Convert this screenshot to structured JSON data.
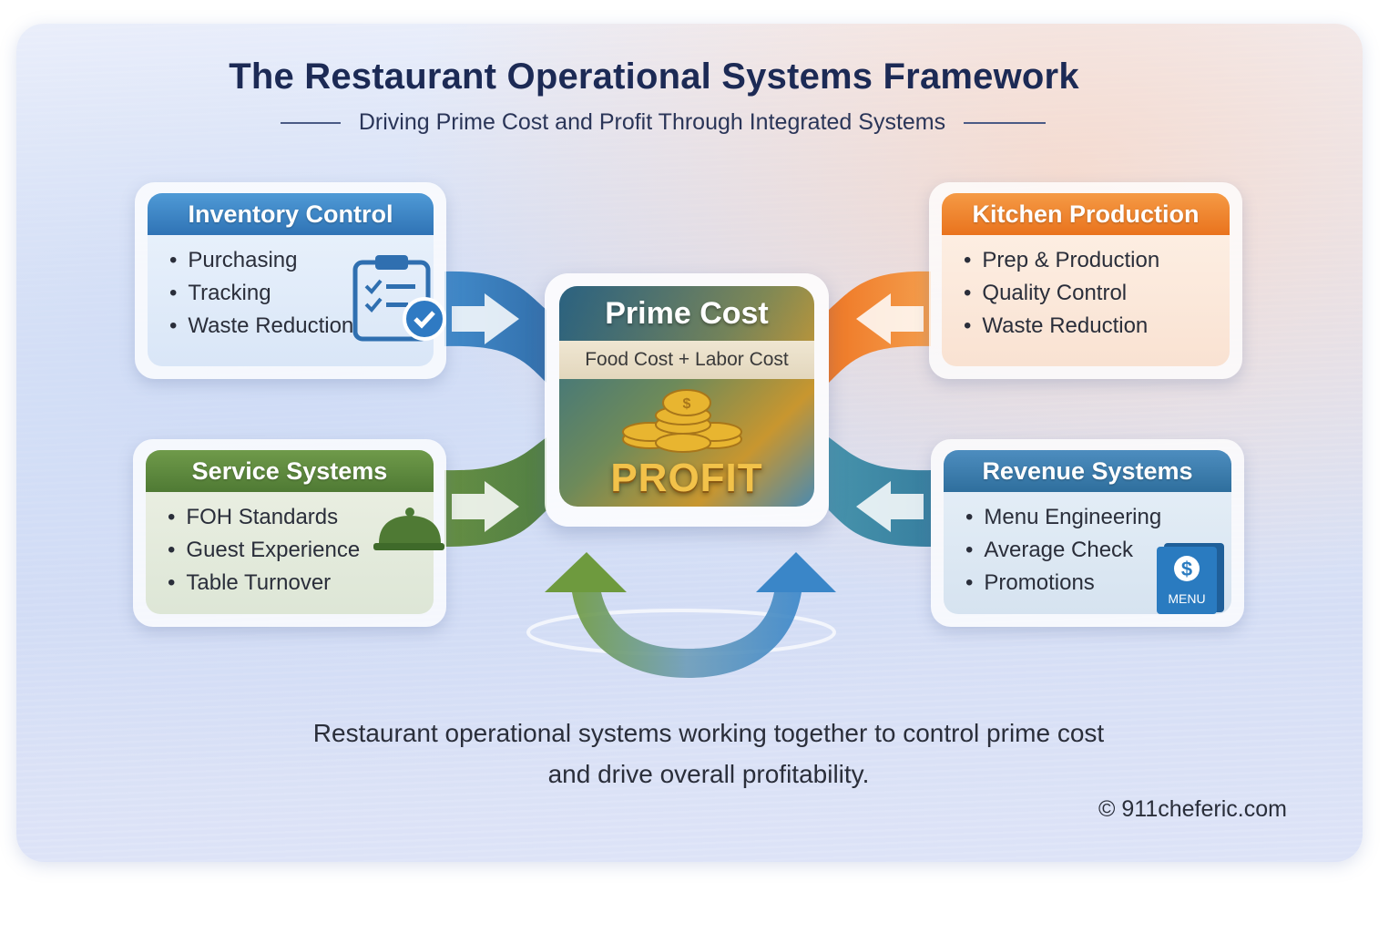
{
  "title": "The Restaurant Operational Systems Framework",
  "subtitle": "Driving Prime Cost and Profit Through Integrated Systems",
  "boxes": {
    "inventory": {
      "title": "Inventory Control",
      "items": [
        "Purchasing",
        "Tracking",
        "Waste Reduction"
      ],
      "icon": "clipboard-check-icon",
      "color": "#2f73b5"
    },
    "kitchen": {
      "title": "Kitchen Production",
      "items": [
        "Prep & Production",
        "Quality Control",
        "Waste Reduction"
      ],
      "color": "#e9731d"
    },
    "service": {
      "title": "Service Systems",
      "items": [
        "FOH Standards",
        "Guest Experience",
        "Table Turnover"
      ],
      "icon": "serving-cloche-icon",
      "color": "#4f7a34"
    },
    "revenue": {
      "title": "Revenue Systems",
      "items": [
        "Menu Engineering",
        "Average Check",
        "Promotions"
      ],
      "icon": "dollar-menu-icon",
      "icon_label": "MENU",
      "color": "#2f6f9d"
    }
  },
  "center": {
    "title": "Prime Cost",
    "formula": "Food Cost + Labor Cost",
    "result": "PROFIT",
    "icon": "gold-coins-icon"
  },
  "cycle_icon": "circular-arrows-icon",
  "footer": {
    "line1": "Restaurant operational systems working together to control prime cost",
    "line2": "and drive overall profitability."
  },
  "copyright": "© 911cheferic.com"
}
